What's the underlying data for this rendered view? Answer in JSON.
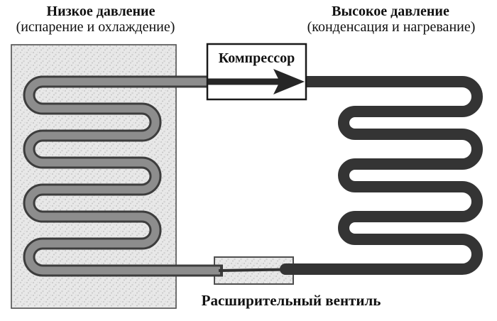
{
  "annotations": {
    "low_pressure": {
      "title": "Низкое давление",
      "subtitle": "(испарение и охлаждение)"
    },
    "high_pressure": {
      "title": "Высокое давление",
      "subtitle": "(конденсация и нагревание)"
    }
  },
  "components": {
    "compressor": {
      "label": "Компрессор"
    },
    "expansion_valve": {
      "label": "Расширительный вентиль"
    },
    "flow_arrow_icon": "right-arrow"
  },
  "colors": {
    "background": "#ffffff",
    "text": "#111111",
    "box_border": "#4f4f4f",
    "box_fill_base": "#e8e8e8",
    "pipe_gray_fill": "#8d8d8d",
    "pipe_outline": "#3d3d3d",
    "pipe_dark": "#343434",
    "compressor_border": "#1a1a1a",
    "arrow": "#262626"
  }
}
